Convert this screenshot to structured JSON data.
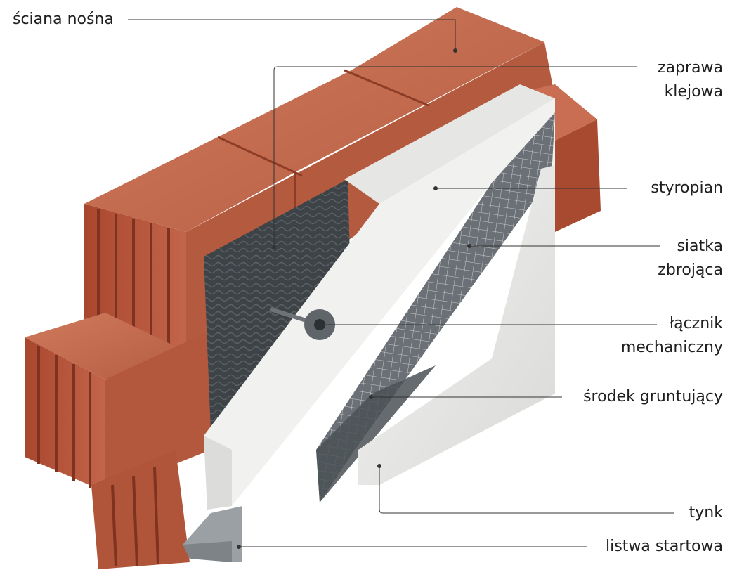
{
  "colors": {
    "brick": "#b5563a",
    "brick_light": "#c96e52",
    "brick_dark": "#8a3a25",
    "adhesive": "#3d4347",
    "styrofoam": "#f1f1ef",
    "mesh": "#6a7075",
    "primer": "#4a5156",
    "plaster": "#e9eae8",
    "rail": "#9aa0a3",
    "leader": "#333333"
  },
  "labels": [
    {
      "id": "bearing-wall",
      "lines": [
        "ściana nośna"
      ]
    },
    {
      "id": "adhesive-mortar",
      "lines": [
        "zaprawa",
        "klejowa"
      ]
    },
    {
      "id": "styrofoam",
      "lines": [
        "styropian"
      ]
    },
    {
      "id": "reinforcing-mesh",
      "lines": [
        "siatka",
        "zbrojąca"
      ]
    },
    {
      "id": "mechanical-anchor",
      "lines": [
        "łącznik",
        "mechaniczny"
      ]
    },
    {
      "id": "primer",
      "lines": [
        "środek gruntujący"
      ]
    },
    {
      "id": "plaster",
      "lines": [
        "tynk"
      ]
    },
    {
      "id": "starter-rail",
      "lines": [
        "listwa startowa"
      ]
    }
  ]
}
